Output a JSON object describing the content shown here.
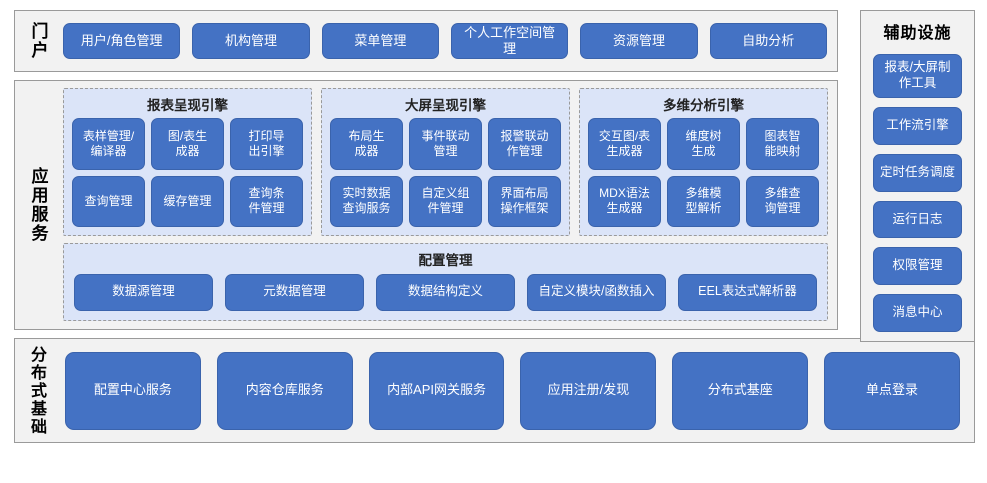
{
  "portal": {
    "label": "门户",
    "buttons": [
      "用户/角色管理",
      "机构管理",
      "菜单管理",
      "个人工作空间管理",
      "资源管理",
      "自助分析"
    ]
  },
  "aux": {
    "title": "辅助设施",
    "buttons": [
      "报表/大屏制\n作工具",
      "工作流引擎",
      "定时任务调度",
      "运行日志",
      "权限管理",
      "消息中心"
    ]
  },
  "app_services": {
    "label": "应用服务",
    "engines": [
      {
        "title": "报表呈现引擎",
        "items": [
          "表样管理/\n编译器",
          "图/表生\n成器",
          "打印导\n出引擎",
          "查询管理",
          "缓存管理",
          "查询条\n件管理"
        ]
      },
      {
        "title": "大屏呈现引擎",
        "items": [
          "布局生\n成器",
          "事件联动\n管理",
          "报警联动\n作管理",
          "实时数据\n查询服务",
          "自定义组\n件管理",
          "界面布局\n操作框架"
        ]
      },
      {
        "title": "多维分析引擎",
        "items": [
          "交互图/表\n生成器",
          "维度树\n生成",
          "图表智\n能映射",
          "MDX语法\n生成器",
          "多维模\n型解析",
          "多维查\n询管理"
        ]
      }
    ],
    "config": {
      "title": "配置管理",
      "items": [
        "数据源管理",
        "元数据管理",
        "数据结构定义",
        "自定义模块/函数插入",
        "EEL表达式解析器"
      ]
    }
  },
  "distributed": {
    "label": "分布式基础",
    "buttons": [
      "配置中心服务",
      "内容仓库服务",
      "内部API网关服务",
      "应用注册/发现",
      "分布式基座",
      "单点登录"
    ]
  },
  "colors": {
    "button_blue": "#4472c4",
    "button_border": "#3a63ac",
    "panel_blue": "#dbe4f8",
    "container_gray": "#f2f2f2",
    "border_gray": "#9a9a9a"
  }
}
